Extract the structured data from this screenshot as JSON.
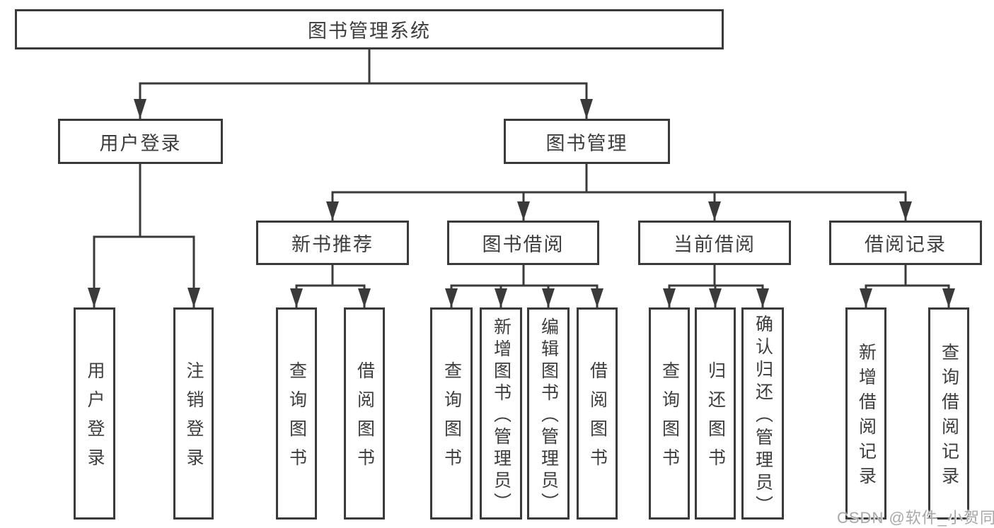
{
  "tree": {
    "root": {
      "label": "图书管理系统"
    },
    "branches": [
      {
        "label": "用户登录",
        "leaves": [
          {
            "label": "用户登录"
          },
          {
            "label": "注销登录"
          }
        ]
      },
      {
        "label": "图书管理",
        "groups": [
          {
            "label": "新书推荐",
            "leaves": [
              {
                "label": "查询图书"
              },
              {
                "label": "借阅图书"
              }
            ]
          },
          {
            "label": "图书借阅",
            "leaves": [
              {
                "label": "查询图书"
              },
              {
                "label": "新增图书（管理员）"
              },
              {
                "label": "编辑图书（管理员）"
              },
              {
                "label": "借阅图书"
              }
            ]
          },
          {
            "label": "当前借阅",
            "leaves": [
              {
                "label": "查询图书"
              },
              {
                "label": "归还图书"
              },
              {
                "label": "确认归还（管理员）"
              }
            ]
          },
          {
            "label": "借阅记录",
            "leaves": [
              {
                "label": "新增借阅记录"
              },
              {
                "label": "查询借阅记录"
              }
            ]
          }
        ]
      }
    ]
  },
  "watermark": "CSDN @软件_小贺同学",
  "colors": {
    "line": "#3a3a3a",
    "box_border": "#3a3a3a",
    "text": "#3d3d3d",
    "watermark_text": "#a8a8a8",
    "background": "#ffffff"
  }
}
